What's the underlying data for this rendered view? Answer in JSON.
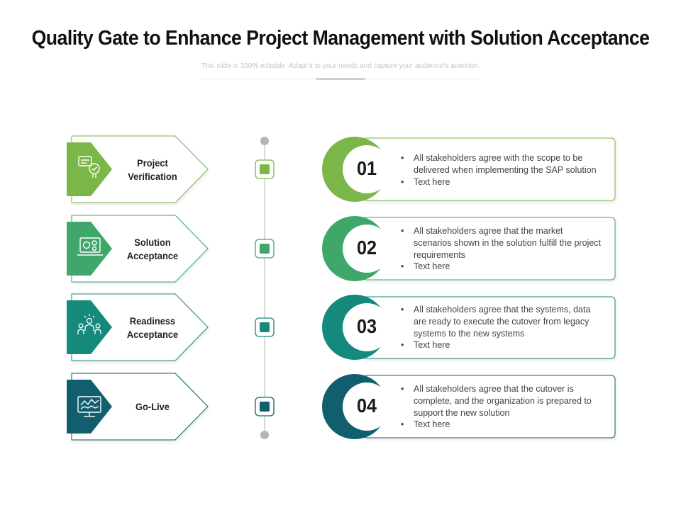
{
  "slide": {
    "title": "Quality Gate to Enhance Project Management with Solution Acceptance",
    "subtitle": "This slide is 100% editable. Adapt it to your needs and capture your audience's attention."
  },
  "colors": {
    "stage1": "#7ab648",
    "stage2": "#3ea769",
    "stage3": "#14897c",
    "stage4": "#115f6e",
    "connector": "#bdbdbd"
  },
  "stages": [
    {
      "label_line1": "Project",
      "label_line2": "Verification",
      "icon": "verification-icon",
      "number": "01",
      "bullets": [
        "All stakeholders agree with the scope to be delivered when implementing the SAP solution",
        "Text here"
      ]
    },
    {
      "label_line1": "Solution",
      "label_line2": "Acceptance",
      "icon": "solution-gears-icon",
      "number": "02",
      "bullets": [
        "All stakeholders agree that the market scenarios shown in the solution fulfill the project requirements",
        "Text here"
      ]
    },
    {
      "label_line1": "Readiness",
      "label_line2": "Acceptance",
      "icon": "team-readiness-icon",
      "number": "03",
      "bullets": [
        "All stakeholders agree that the systems, data are ready to execute the cutover from legacy systems to the new systems",
        "Text here"
      ]
    },
    {
      "label_line1": "Go-Live",
      "label_line2": "",
      "icon": "monitor-chart-icon",
      "number": "04",
      "bullets": [
        "All stakeholders agree that the cutover is complete, and the organization is prepared to support the new solution",
        "Text here"
      ]
    }
  ]
}
